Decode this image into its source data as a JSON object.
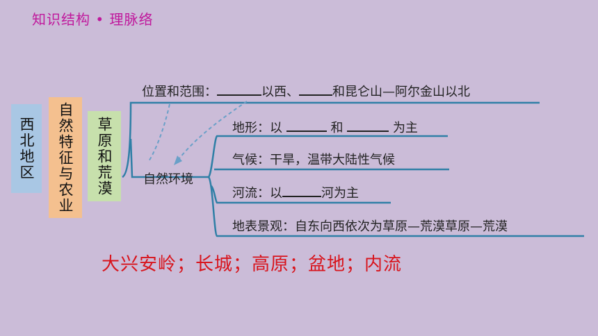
{
  "title": "知识结构 • 理脉络",
  "boxes": {
    "region": "西北地区",
    "topic": "自然特征与农业",
    "landscape": "草原和荒漠"
  },
  "position": {
    "prefix": "位置和范围：",
    "mid1": "以西、",
    "mid2": "和昆仑山—阿尔金山以北"
  },
  "natural_env": "自然环境",
  "terrain": {
    "prefix": "地形：以",
    "mid": "和",
    "suffix": "为主"
  },
  "climate": "气候：干旱，温带大陆性气候",
  "river": {
    "prefix": "河流：以",
    "suffix": "河为主"
  },
  "landscape_line": "地表景观：自东向西依次为草原—荒漠草原—荒漠",
  "answers": "大兴安岭；长城；高原；盆地；内流",
  "colors": {
    "title": "#c0189c",
    "answer": "#d8131b",
    "line": "#2f7fa6",
    "dashed": "#6aa0c8"
  }
}
